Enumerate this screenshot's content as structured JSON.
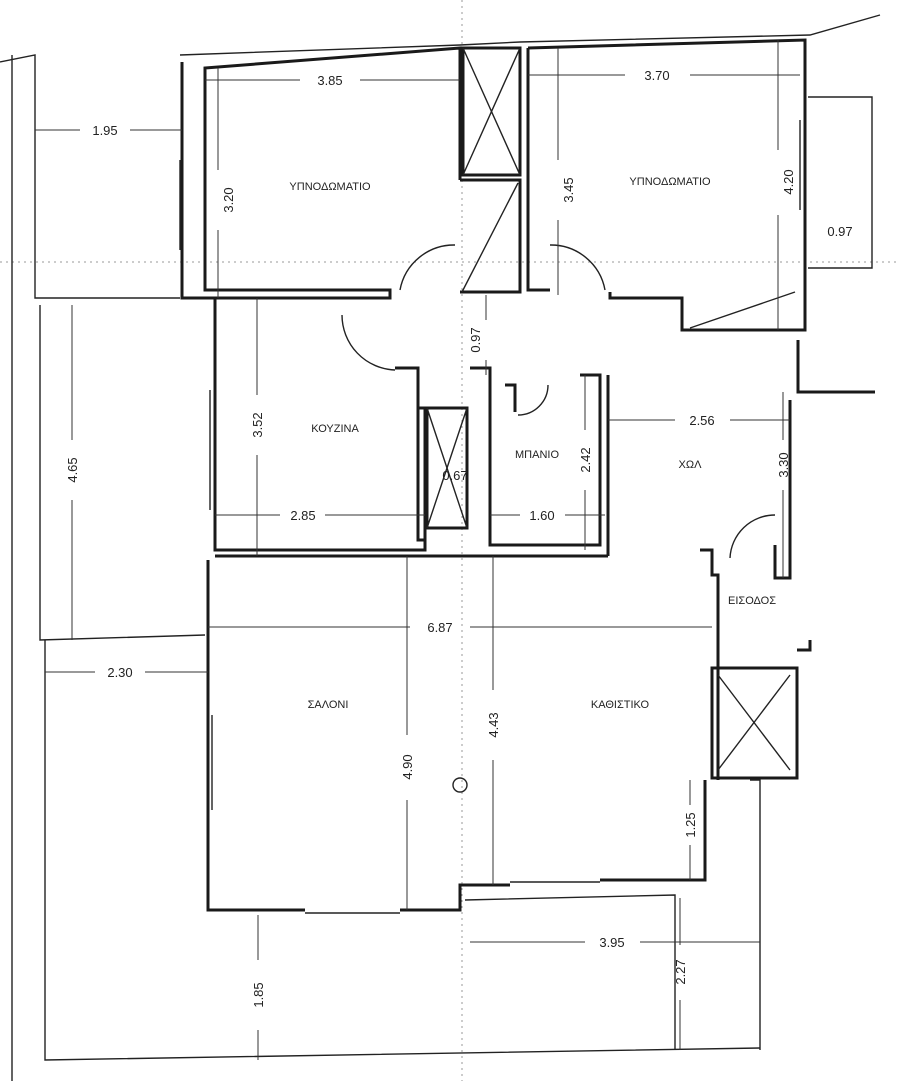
{
  "rooms": {
    "bedroom_left": "ΥΠΝΟΔΩΜΑΤΙΟ",
    "bedroom_right": "ΥΠΝΟΔΩΜΑΤΙΟ",
    "kitchen": "ΚΟΥΖΙΝΑ",
    "bathroom": "ΜΠΑΝΙΟ",
    "hall": "ΧΩΛ",
    "entrance": "ΕΙΣΟΔΟΣ",
    "salon": "ΣΑΛΟΝΙ",
    "living": "ΚΑΘΙΣΤΙΚΟ"
  },
  "dimensions": {
    "bedroom_left_width": "3.85",
    "bedroom_right_width": "3.70",
    "balcony_top_left": "1.95",
    "bedroom_left_depth": "3.20",
    "bedroom_right_depth_a": "3.45",
    "bedroom_right_depth_b": "4.20",
    "balcony_right": "0.97",
    "corridor": "0.97",
    "balcony_left": "4.65",
    "kitchen_depth": "3.52",
    "kitchen_width": "2.85",
    "shaft": "0.67",
    "bathroom_width": "1.60",
    "bathroom_depth": "2.42",
    "hall_width": "2.56",
    "hall_depth": "3.30",
    "living_width": "6.87",
    "balcony_bottom_left": "2.30",
    "salon_depth": "4.90",
    "living_depth": "4.43",
    "entrance_offset": "1.25",
    "balcony_bottom_width": "3.95",
    "balcony_bottom_depth_a": "1.85",
    "balcony_bottom_depth_b": "2.27"
  }
}
